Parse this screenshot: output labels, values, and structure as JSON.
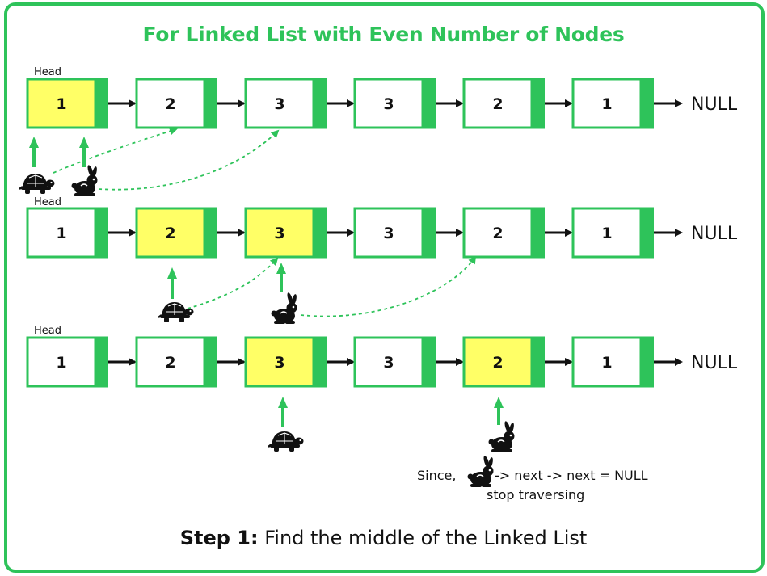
{
  "title": "For Linked List with Even Number of Nodes",
  "head_label": "Head",
  "null_label": "NULL",
  "colors": {
    "green": "#2ec35a",
    "highlight": "#ffff66",
    "text": "#111111"
  },
  "rows": [
    {
      "nodes": [
        "1",
        "2",
        "3",
        "3",
        "2",
        "1"
      ],
      "highlighted": [
        0
      ]
    },
    {
      "nodes": [
        "1",
        "2",
        "3",
        "3",
        "2",
        "1"
      ],
      "highlighted": [
        1,
        2
      ]
    },
    {
      "nodes": [
        "1",
        "2",
        "3",
        "3",
        "2",
        "1"
      ],
      "highlighted": [
        2,
        4
      ]
    }
  ],
  "pointers": {
    "row1": {
      "slow_node": 0,
      "fast_node": 0,
      "slow_next": 1,
      "fast_next": 2
    },
    "row2": {
      "slow_node": 1,
      "fast_node": 2,
      "slow_next": 2,
      "fast_next": 4
    },
    "row3": {
      "slow_node": 2,
      "fast_node": 4
    }
  },
  "icons": {
    "slow": "tortoise-icon",
    "fast": "rabbit-icon"
  },
  "note": {
    "since": "Since,",
    "condition": "-> next -> next = NULL",
    "action": "stop traversing"
  },
  "footer": {
    "step": "Step 1:",
    "text": " Find the middle of the Linked List"
  }
}
